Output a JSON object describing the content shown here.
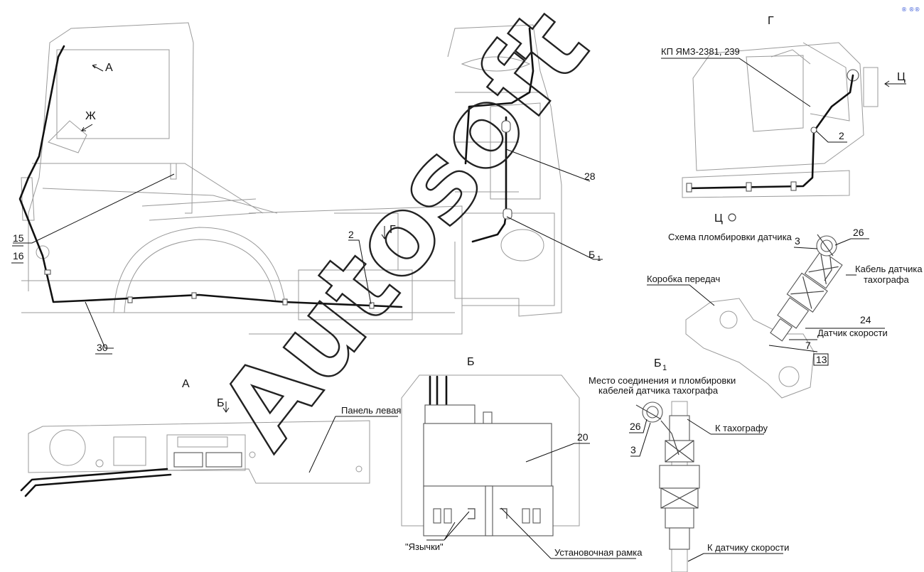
{
  "view_labels": {
    "A": "А",
    "B": "Б",
    "B1": "Б",
    "B1_sub": "1",
    "G": "Г",
    "C": "Ц"
  },
  "arrows": {
    "A": "А",
    "Zh": "Ж",
    "G": "Г",
    "B": "Б",
    "C": "Ц"
  },
  "callouts": {
    "n15": "15",
    "n16": "16",
    "n2_main": "2",
    "n30": "30",
    "n28": "28",
    "n2_g": "2",
    "n3_c": "3",
    "n26_c": "26",
    "n24": "24",
    "n7": "7",
    "n13": "13",
    "n20": "20",
    "n26_b1": "26",
    "n3_b1": "3",
    "b1_callout": "Б",
    "b1_callout_sub": "1"
  },
  "texts": {
    "kp": "КП ЯМЗ-2381, 239",
    "seal_scheme": "Схема пломбировки датчика",
    "gearbox": "Коробка передач",
    "cable_sensor_1": "Кабель датчика",
    "cable_sensor_2": "тахографа",
    "speed_sensor": "Датчик скорости",
    "joint_1": "Место соединения и пломбировки",
    "joint_2": "кабелей датчика тахографа",
    "to_tacho": "К тахографу",
    "to_sensor": "К датчику скорости",
    "left_panel": "Панель левая",
    "tongues": "\"Язычки\"",
    "mount_frame": "Установочная рамка"
  },
  "watermark": {
    "text": "Autosoft",
    "corner": "® ®®"
  }
}
